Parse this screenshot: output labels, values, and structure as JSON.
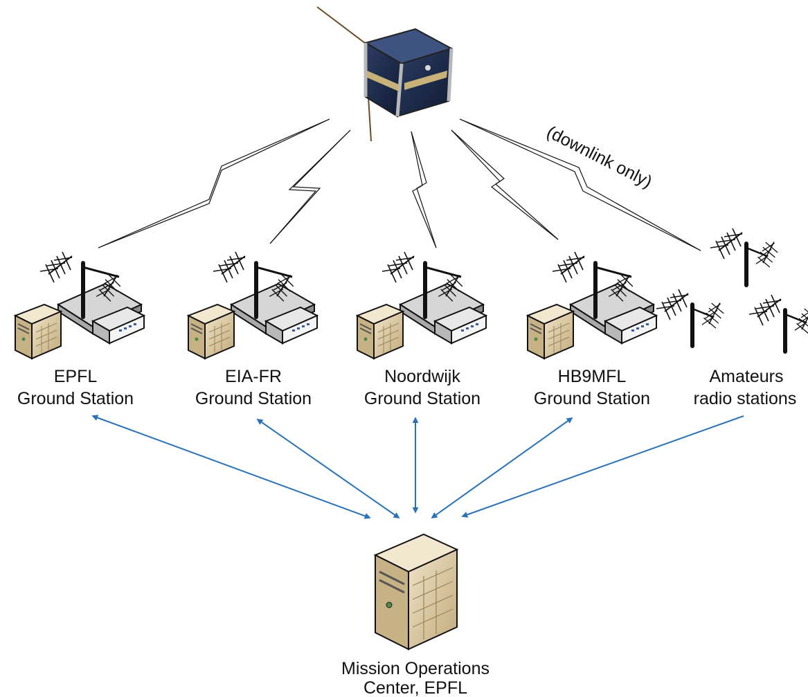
{
  "stations": [
    {
      "id": "epfl",
      "line1": "EPFL",
      "line2": "Ground Station"
    },
    {
      "id": "eia",
      "line1": "EIA-FR",
      "line2": "Ground Station"
    },
    {
      "id": "noordwijk",
      "line1": "Noordwijk",
      "line2": "Ground Station"
    },
    {
      "id": "hb9mfl",
      "line1": "HB9MFL",
      "line2": "Ground Station"
    }
  ],
  "amateurs": {
    "line1": "Amateurs",
    "line2": "radio stations"
  },
  "downlink_note": "(downlink only)",
  "moc": {
    "line1": "Mission Operations",
    "line2": "Center, EPFL"
  },
  "colors": {
    "arrow": "#2a72b8",
    "bolt": "#111111",
    "server": "#d9c7a3",
    "cube": "#1b2a4a"
  },
  "icons": [
    "cubesat-icon",
    "yagi-antenna-icon",
    "server-tower-icon",
    "router-icon"
  ]
}
